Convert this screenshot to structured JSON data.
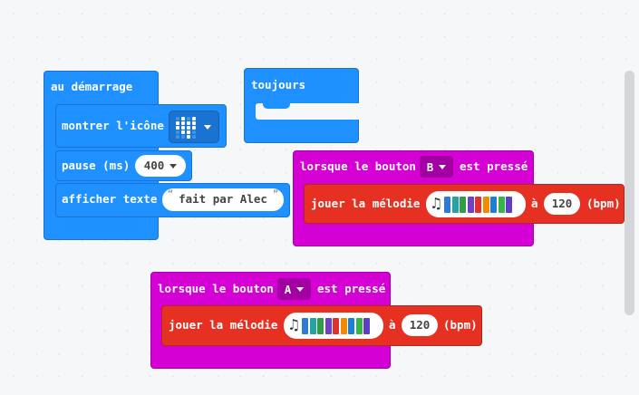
{
  "workspace": {
    "on_start": {
      "label": "au démarrage",
      "show_icon_label": "montrer l'icône",
      "pause_label": "pause (ms)",
      "pause_value": "400",
      "show_text_label": "afficher texte",
      "show_text_value": "fait par Alec",
      "quote_open": "“",
      "quote_close": "”"
    },
    "forever": {
      "label": "toujours"
    },
    "button_b_event": {
      "label_prefix": "lorsque le bouton",
      "button": "B",
      "label_suffix": "est pressé",
      "play_label": "jouer la mélodie",
      "at_label": "à",
      "tempo": "120",
      "unit_label": "(bpm)"
    },
    "button_a_event": {
      "label_prefix": "lorsque le bouton",
      "button": "A",
      "label_suffix": "est pressé",
      "play_label": "jouer la mélodie",
      "at_label": "à",
      "tempo": "120",
      "unit_label": "(bpm)"
    }
  },
  "colors": {
    "basic": "#1e90ff",
    "basic_dark": "#1a73d1",
    "input": "#d400d4",
    "input_dark": "#a300a3",
    "music": "#e63022",
    "music_dark": "#b3261b",
    "workspace_bg": "#f6f7f8"
  },
  "melody_colors": [
    "#2e7bd6",
    "#23a3a3",
    "#2f9e44",
    "#6f42c1",
    "#e03131",
    "#f08c00",
    "#1c7ed6",
    "#37b24d",
    "#5f3dc4"
  ],
  "icons": [
    "heart-icon",
    "music-note-icon",
    "dropdown-arrow-icon"
  ]
}
